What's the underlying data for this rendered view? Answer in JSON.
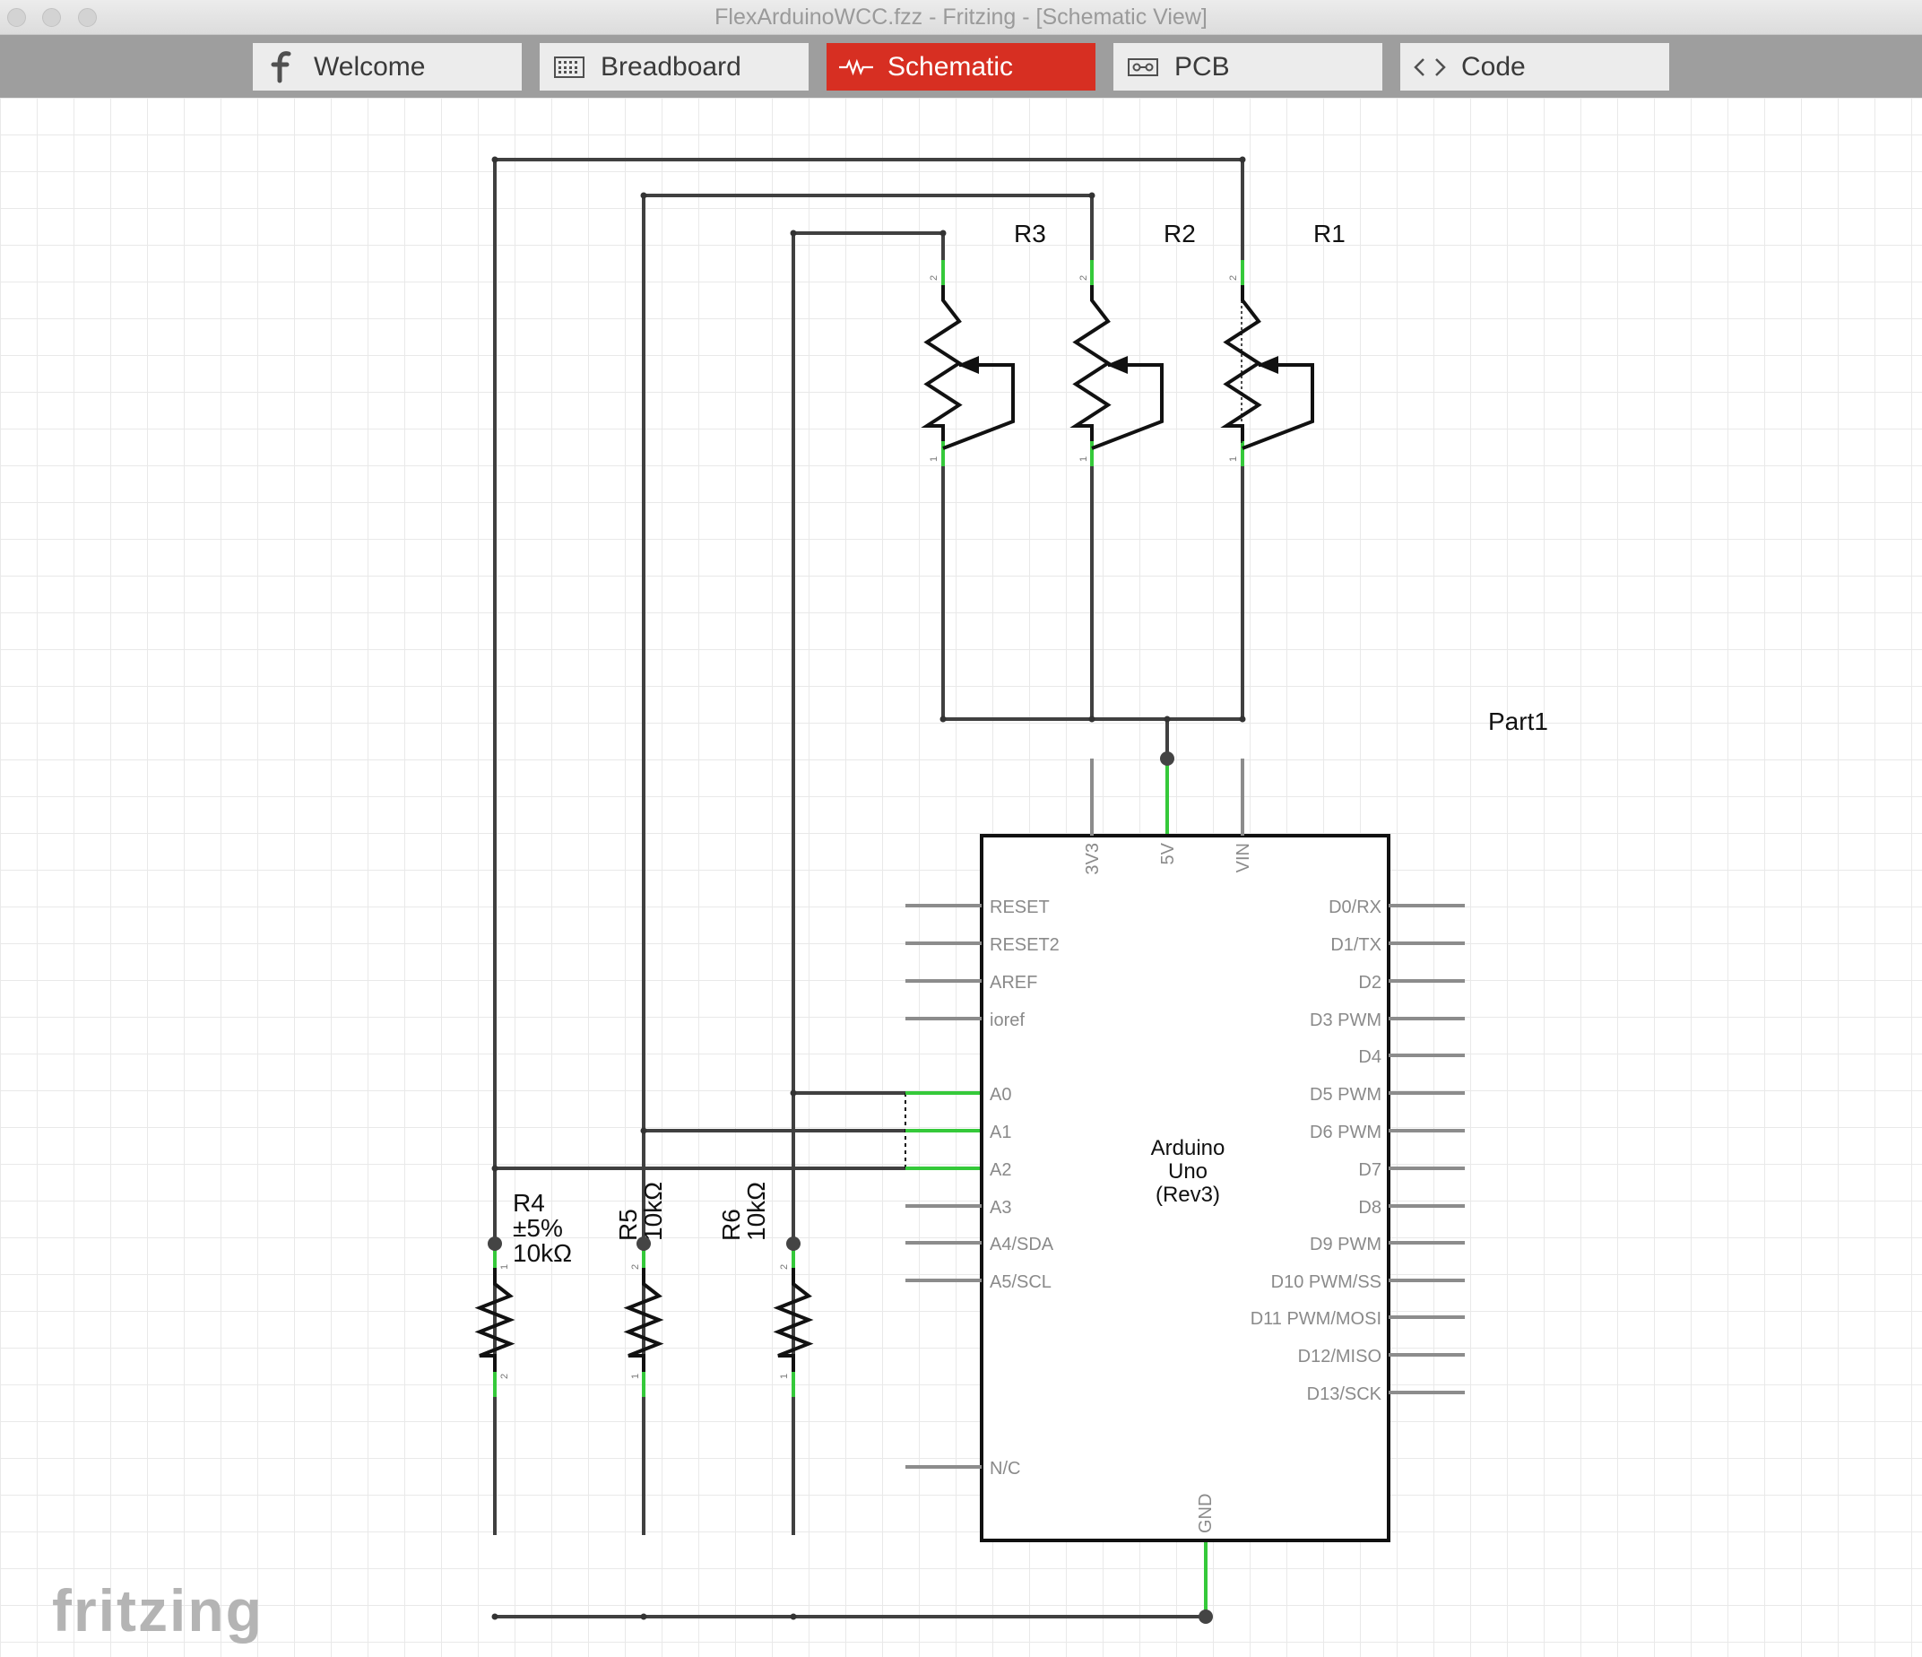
{
  "window": {
    "title": "FlexArduinoWCC.fzz - Fritzing - [Schematic View]"
  },
  "tabs": [
    {
      "label": "Welcome",
      "icon": "fritzing-f-icon",
      "active": false
    },
    {
      "label": "Breadboard",
      "icon": "breadboard-icon",
      "active": false
    },
    {
      "label": "Schematic",
      "icon": "resistor-wave-icon",
      "active": true
    },
    {
      "label": "PCB",
      "icon": "pcb-icon",
      "active": false
    },
    {
      "label": "Code",
      "icon": "code-brackets-icon",
      "active": false
    }
  ],
  "schematic": {
    "flex_sensors": [
      {
        "label": "R3",
        "pin_top": "2",
        "pin_bottom": "1"
      },
      {
        "label": "R2",
        "pin_top": "2",
        "pin_bottom": "1"
      },
      {
        "label": "R1",
        "pin_top": "2",
        "pin_bottom": "1"
      }
    ],
    "resistors": [
      {
        "label": "R4",
        "tolerance": "±5%",
        "value": "10kΩ",
        "pin_top": "1",
        "pin_bottom": "2"
      },
      {
        "label": "R5",
        "value": "10kΩ",
        "pin_top": "2",
        "pin_bottom": "1"
      },
      {
        "label": "R6",
        "value": "10kΩ",
        "pin_top": "2",
        "pin_bottom": "1"
      }
    ],
    "arduino": {
      "part_label": "Part1",
      "name_line1": "Arduino",
      "name_line2": "Uno",
      "name_line3": "(Rev3)",
      "top_pins": [
        "3V3",
        "5V",
        "VIN"
      ],
      "bottom_pin": "GND",
      "left_pins": [
        "RESET",
        "RESET2",
        "AREF",
        "ioref",
        "A0",
        "A1",
        "A2",
        "A3",
        "A4/SDA",
        "A5/SCL",
        "N/C"
      ],
      "right_pins": [
        "D0/RX",
        "D1/TX",
        "D2",
        "D3 PWM",
        "D4",
        "D5 PWM",
        "D6 PWM",
        "D7",
        "D8",
        "D9 PWM",
        "D10 PWM/SS",
        "D11 PWM/MOSI",
        "D12/MISO",
        "D13/SCK"
      ]
    },
    "colors": {
      "wire": "#404040",
      "connected": "#35c93a",
      "pin_grey": "#8c8c8c",
      "active_tab": "#d72f22"
    }
  },
  "logo": {
    "text": "fritzing"
  }
}
